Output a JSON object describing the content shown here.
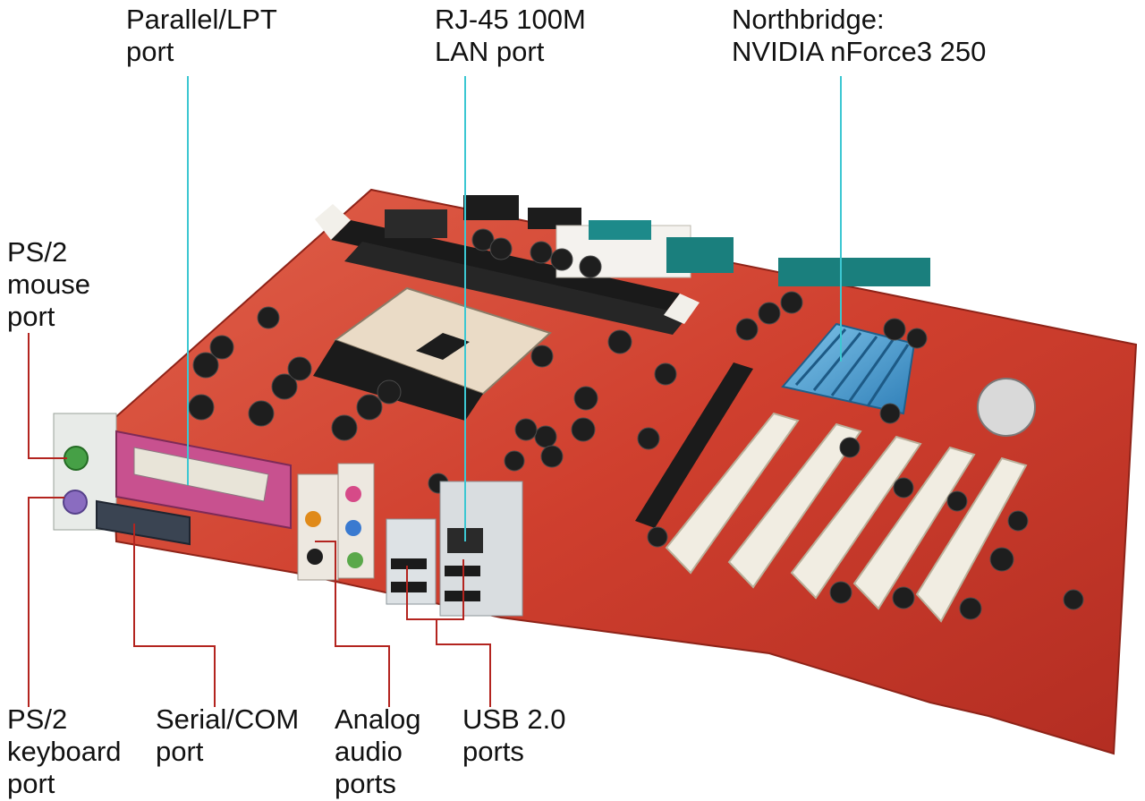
{
  "colors": {
    "board": "#d0402e",
    "top_leader": "#3cc7d2",
    "bottom_leader": "#b3241f",
    "text": "#111111"
  },
  "labels": {
    "parallel": {
      "line1": "Parallel/LPT",
      "line2": "port"
    },
    "lan": {
      "line1": "RJ-45 100M",
      "line2": "LAN port"
    },
    "northbridge": {
      "line1": "Northbridge:",
      "line2": "NVIDIA nForce3 250"
    },
    "ps2_mouse": {
      "line1": "PS/2",
      "line2": "mouse",
      "line3": "port"
    },
    "ps2_keyboard": {
      "line1": "PS/2",
      "line2": "keyboard",
      "line3": "port"
    },
    "serial": {
      "line1": "Serial/COM",
      "line2": "port"
    },
    "audio": {
      "line1": "Analog",
      "line2": "audio",
      "line3": "ports"
    },
    "usb": {
      "line1": "USB 2.0",
      "line2": "ports"
    }
  }
}
